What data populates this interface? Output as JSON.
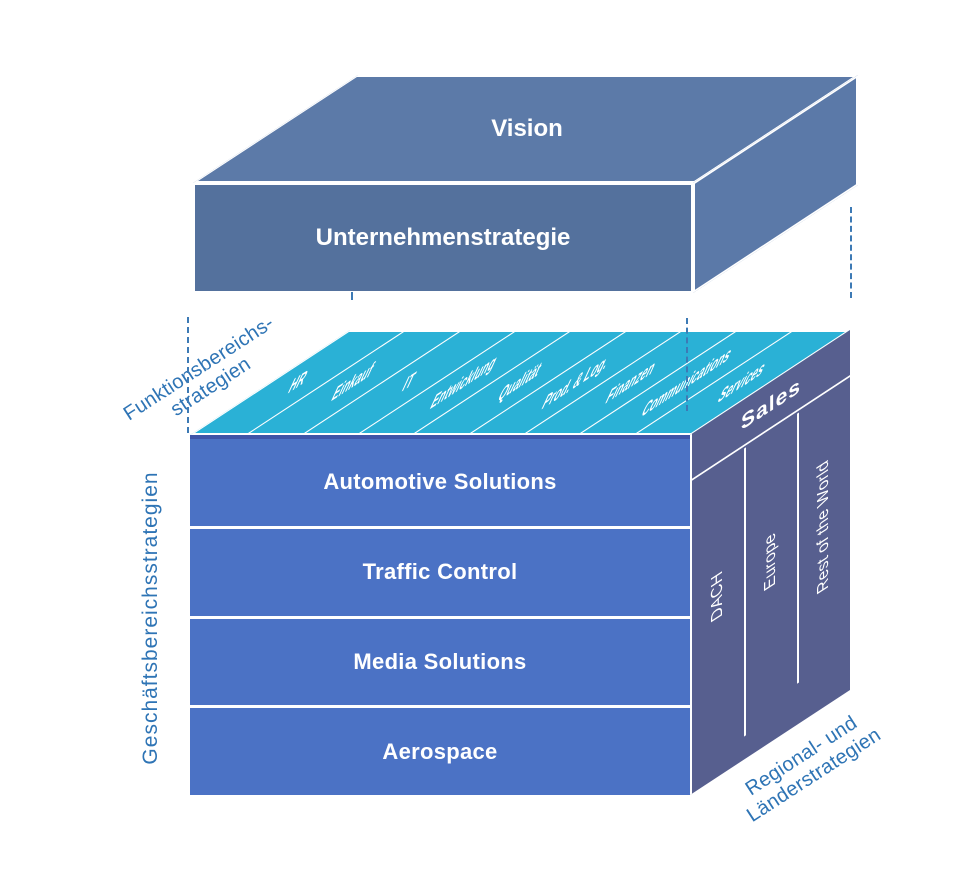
{
  "diagram": {
    "top_box": {
      "top_label": "Vision",
      "front_label": "Unternehmenstrategie"
    },
    "axis_labels": {
      "functions_line1": "Funktionsbereichs-",
      "functions_line2": "strategien",
      "business": "Geschäftsbereichsstrategien",
      "regions_line1": "Regional- und",
      "regions_line2": "Länderstrategien"
    },
    "functions": [
      "HR",
      "Einkauf",
      "IT",
      "Entwicklung",
      "Qualität",
      "Prod. & Log.",
      "Finanzen",
      "Communications",
      "Services"
    ],
    "business_units": [
      "Automotive Solutions",
      "Traffic Control",
      "Media Solutions",
      "Aerospace"
    ],
    "sales_label": "Sales",
    "regions": [
      "DACH",
      "Europe",
      "Rest of the World"
    ]
  },
  "colors": {
    "accent-blue-text": "#2e74b5",
    "top-box-top": "#5c7aa8",
    "top-box-front": "#54719d",
    "top-box-side": "#5b79a8",
    "functions-face": "#2ab1d6",
    "front-face": "#4b72c5",
    "front-face-edge": "#3f55a8",
    "side-face": "#575f8f",
    "edge-white": "#ffffff",
    "dashed-line": "#3d7ab5"
  }
}
